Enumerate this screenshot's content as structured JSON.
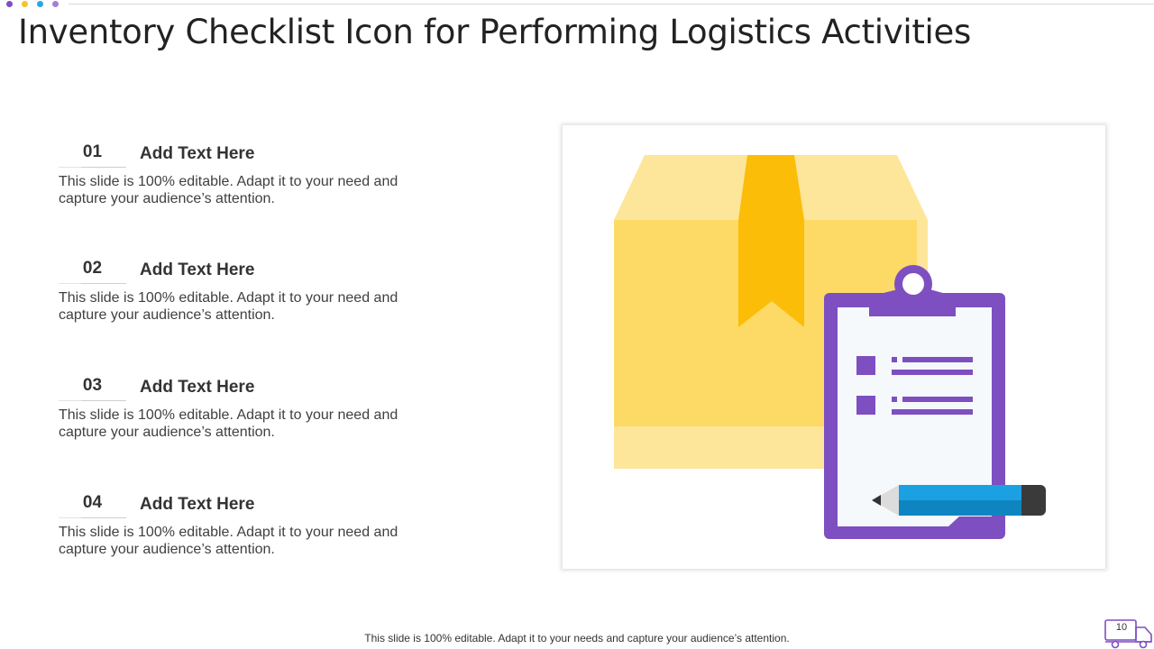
{
  "slide": {
    "title": "Inventory Checklist Icon for Performing Logistics Activities",
    "footer": "This slide is 100% editable. Adapt it to your needs and capture your audience’s attention.",
    "page_number": "10"
  },
  "dots": [
    "#7e4fc1",
    "#f7c326",
    "#2aa7e0",
    "#a57fd6"
  ],
  "items": [
    {
      "number": "01",
      "heading": "Add Text Here",
      "text": "This slide is 100% editable. Adapt it to your need and capture your audience’s attention."
    },
    {
      "number": "02",
      "heading": "Add Text Here",
      "text": "This slide is 100% editable. Adapt it to your need and capture your audience’s attention."
    },
    {
      "number": "03",
      "heading": "Add Text Here",
      "text": "This slide is 100% editable. Adapt it to your need and capture your audience’s attention."
    },
    {
      "number": "04",
      "heading": "Add Text Here",
      "text": "This slide is 100% editable. Adapt it to your need and capture your audience’s attention."
    }
  ],
  "illustration": {
    "icons": [
      "cardboard-box-icon",
      "clipboard-checklist-icon",
      "pencil-icon"
    ],
    "colors": {
      "box_light": "#fde59a",
      "box_main": "#fdd965",
      "box_tape": "#fbbd08",
      "clipboard": "#7e4fc1",
      "paper": "#f5f9fc",
      "pencil_light": "#1ba1e2",
      "pencil_dark": "#0e85c0",
      "pencil_eraser": "#3a3a3a"
    }
  }
}
